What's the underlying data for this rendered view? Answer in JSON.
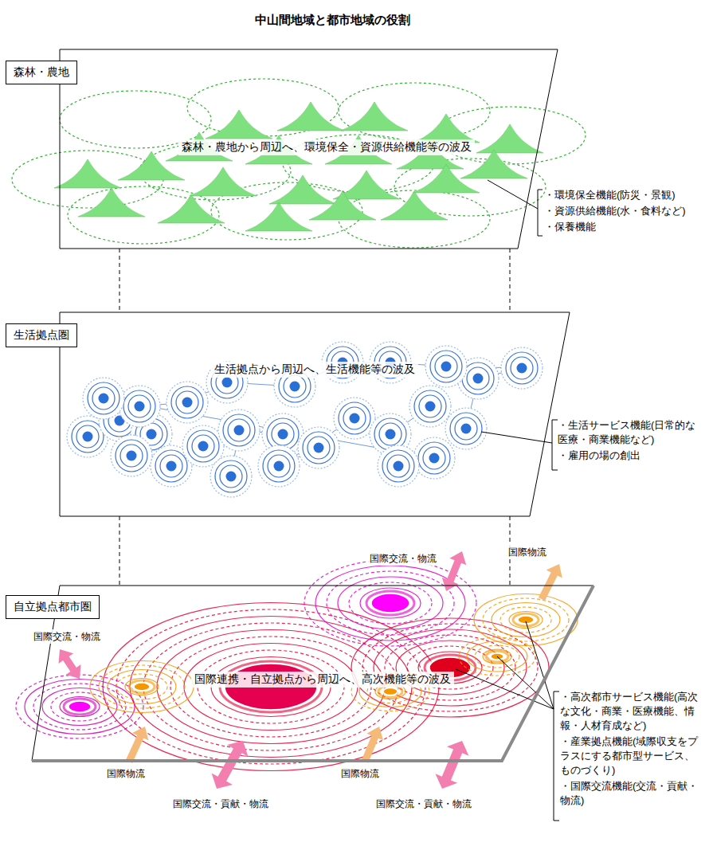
{
  "diagram": {
    "title": "中山間地域と都市地域の役割",
    "nodes": [
      {
        "text": [
          "森林・農地から周辺へ、環境保全・資源供給機能等の波及"
        ]
      },
      {
        "text": [
          "森林・農地"
        ],
        "in": 0
      },
      {
        "text": [
          "生活拠点から周辺へ、生活機能等の波及"
        ]
      },
      {
        "text": [
          "生活拠点圏"
        ],
        "in": 2
      },
      {
        "text": [
          "国際連携・自立拠点から周辺へ、高次機能等の波及"
        ]
      },
      {
        "text": [
          "自立拠点都市圏"
        ],
        "in": 4
      }
    ],
    "labels": [
      "・環境保全機能(防災・景観)",
      "・資源供給機能(水・食料など)",
      "・保養機能",
      "・生活サービス機能(日常的な医療・商業機能など)",
      "・雇用の場の創出",
      "・高次都市サービス機能(高次な文化・商業・医療機能、情報・人材育成など)",
      "・産業拠点機能(域際収支をプラスにする都市型サービス、ものづくり)",
      "・国際交流機能(交流・貢献・物流)",
      "国際交流・物流",
      "国際交流・物流",
      "国際物流",
      "国際物流",
      "国際交流・貢献・物流",
      "国際物流",
      "国際交流・貢献・物流"
    ]
  }
}
